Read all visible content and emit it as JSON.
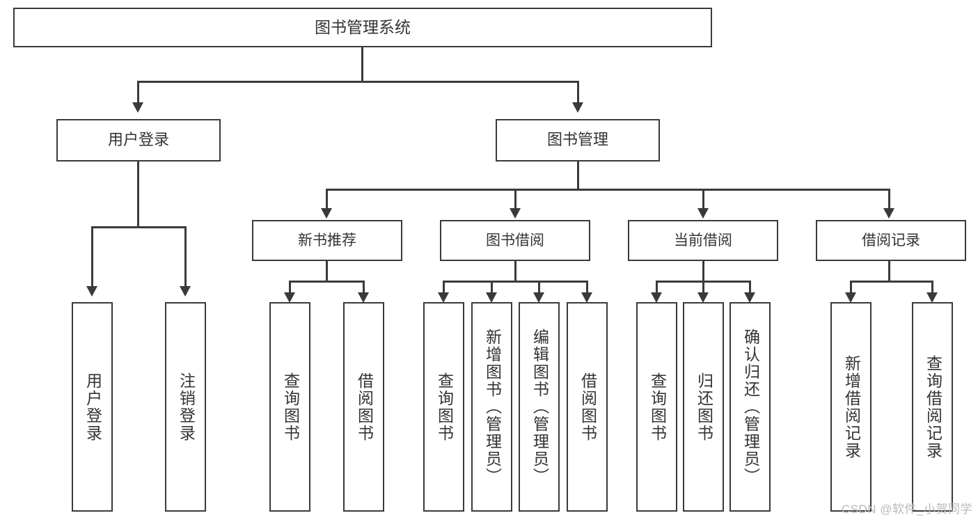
{
  "diagram": {
    "title": "图书管理系统",
    "type": "tree-hierarchy-chart",
    "watermark": "CSDN @软件_小贺同学",
    "colors": {
      "border": "#3a3a3a",
      "text": "#333333",
      "background": "#ffffff",
      "watermark": "#b9b9b9"
    }
  },
  "root": {
    "label": "图书管理系统"
  },
  "level2": [
    {
      "label": "用户登录"
    },
    {
      "label": "图书管理"
    }
  ],
  "level3": [
    {
      "label": "新书推荐"
    },
    {
      "label": "图书借阅"
    },
    {
      "label": "当前借阅"
    },
    {
      "label": "借阅记录"
    }
  ],
  "leaves": {
    "user_login": [
      {
        "label": "用户登录"
      },
      {
        "label": "注销登录"
      }
    ],
    "new_book_recommend": [
      {
        "label": "查询图书"
      },
      {
        "label": "借阅图书"
      }
    ],
    "book_borrow": [
      {
        "label": "查询图书"
      },
      {
        "label": "新增图书（管理员）"
      },
      {
        "label": "编辑图书（管理员）"
      },
      {
        "label": "借阅图书"
      }
    ],
    "current_borrow": [
      {
        "label": "查询图书"
      },
      {
        "label": "归还图书"
      },
      {
        "label": "确认归还（管理员）"
      }
    ],
    "borrow_record": [
      {
        "label": "新增借阅记录"
      },
      {
        "label": "查询借阅记录"
      }
    ]
  }
}
